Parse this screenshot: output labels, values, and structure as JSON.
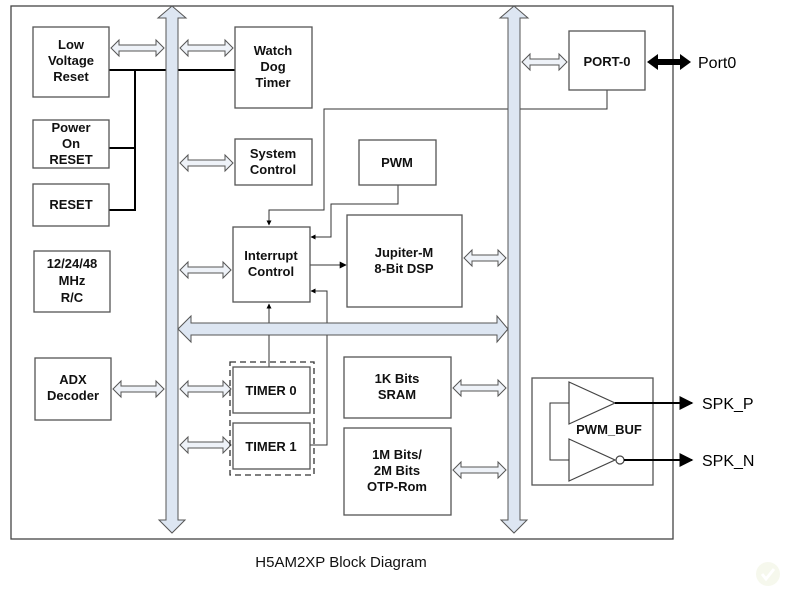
{
  "title": "H5AM2XP Block Diagram",
  "blocks": {
    "low_voltage_reset": [
      "Low",
      "Voltage",
      "Reset"
    ],
    "power_on_reset": [
      "Power",
      "On",
      "RESET"
    ],
    "reset": [
      "RESET"
    ],
    "oscillator": [
      "12/24/48",
      "MHz",
      "R/C"
    ],
    "adx_decoder": [
      "ADX",
      "Decoder"
    ],
    "watch_dog_timer": [
      "Watch",
      "Dog",
      "Timer"
    ],
    "system_control": [
      "System",
      "Control"
    ],
    "pwm": [
      "PWM"
    ],
    "interrupt_control": [
      "Interrupt",
      "Control"
    ],
    "dsp": [
      "Jupiter-M",
      "8-Bit DSP"
    ],
    "timer0": [
      "TIMER 0"
    ],
    "timer1": [
      "TIMER 1"
    ],
    "sram": [
      "1K Bits",
      "SRAM"
    ],
    "otp_rom": [
      "1M Bits/",
      "2M Bits",
      "OTP-Rom"
    ],
    "port0": [
      "PORT-0"
    ],
    "pwm_buf": [
      "PWM_BUF"
    ]
  },
  "external": {
    "port0": "Port0",
    "spk_p": "SPK_P",
    "spk_n": "SPK_N"
  },
  "icons": {
    "watermark": "check-circle-icon"
  }
}
